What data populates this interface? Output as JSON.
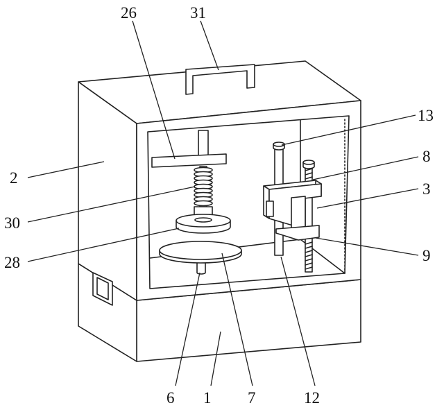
{
  "labels": {
    "l26": "26",
    "l31": "31",
    "l13": "13",
    "l2": "2",
    "l8": "8",
    "l3": "3",
    "l30": "30",
    "l9": "9",
    "l28": "28",
    "l6": "6",
    "l1": "1",
    "l7": "7",
    "l12": "12"
  }
}
